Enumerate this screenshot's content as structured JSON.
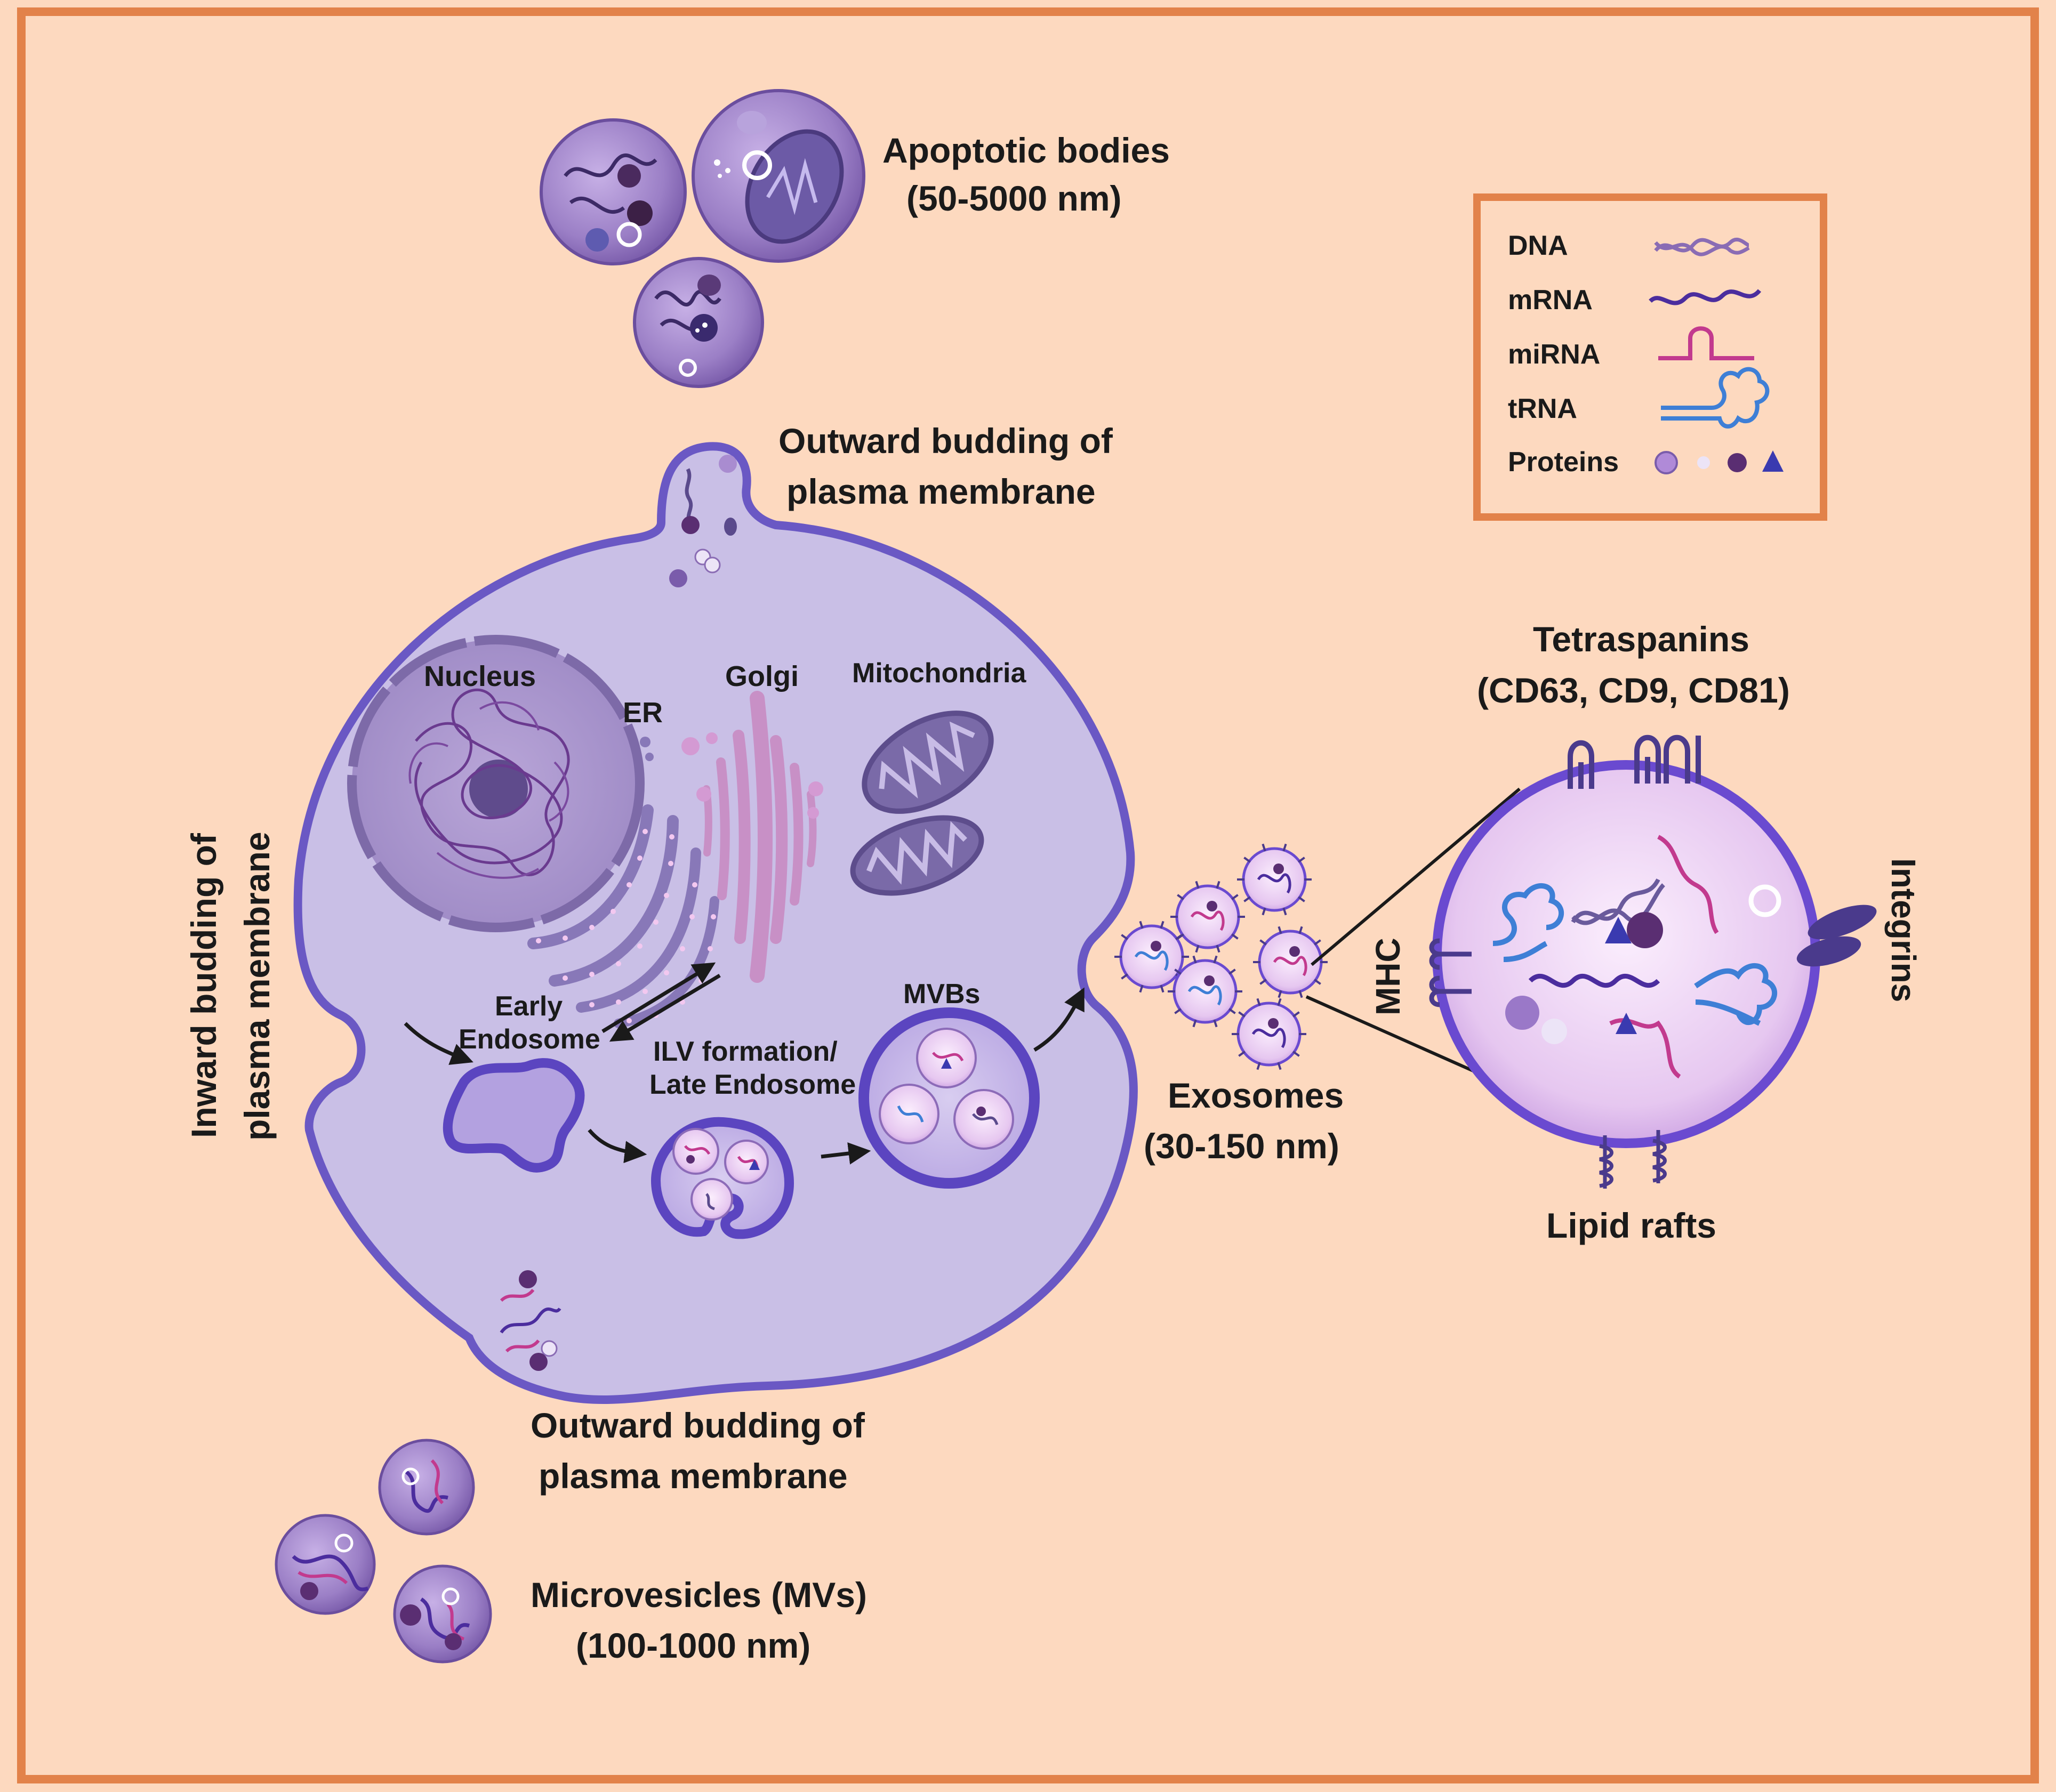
{
  "colors": {
    "background": "#fdd9bf",
    "frame": "#e2824a",
    "cell_fill": "#c9bfe6",
    "cell_membrane": "#6a58c4",
    "vesicle_fill": "#a98cd0",
    "vesicle_dark": "#6b4e9e",
    "dna": "#8a6cb4",
    "mrna": "#4b2d9e",
    "mirna": "#c23a8e",
    "trna": "#3e7fd6",
    "protein_light": "#b08ad8",
    "protein_white": "#ece4f7",
    "protein_dark": "#5a2e72",
    "protein_triangle": "#3a3ab0",
    "golgi": "#c890c6"
  },
  "labels": {
    "apoptotic_title": "Apoptotic bodies",
    "apoptotic_size": "(50-5000 nm)",
    "outward_top_1": "Outward budding of",
    "outward_top_2": "plasma membrane",
    "outward_bottom_1": "Outward budding of",
    "outward_bottom_2": "plasma membrane",
    "inward_1": "Inward budding of",
    "inward_2": "plasma membrane",
    "nucleus": "Nucleus",
    "er": "ER",
    "golgi": "Golgi",
    "mitochondria": "Mitochondria",
    "early_endosome_1": "Early",
    "early_endosome_2": "Endosome",
    "ilv_1": "ILV formation/",
    "ilv_2": "Late Endosome",
    "mvbs": "MVBs",
    "exosomes_title": "Exosomes",
    "exosomes_size": "(30-150 nm)",
    "tetraspanins_1": "Tetraspanins",
    "tetraspanins_2": "(CD63, CD9, CD81)",
    "integrins": "Integrins",
    "mhc": "MHC",
    "lipid_rafts": "Lipid rafts",
    "microvesicles_title": "Microvesicles (MVs)",
    "microvesicles_size": "(100-1000 nm)"
  },
  "legend": {
    "items": [
      {
        "label": "DNA",
        "icon": "dna-icon"
      },
      {
        "label": "mRNA",
        "icon": "mrna-icon"
      },
      {
        "label": "miRNA",
        "icon": "mirna-icon"
      },
      {
        "label": "tRNA",
        "icon": "trna-icon"
      },
      {
        "label": "Proteins",
        "icon": "proteins-icon"
      }
    ]
  }
}
